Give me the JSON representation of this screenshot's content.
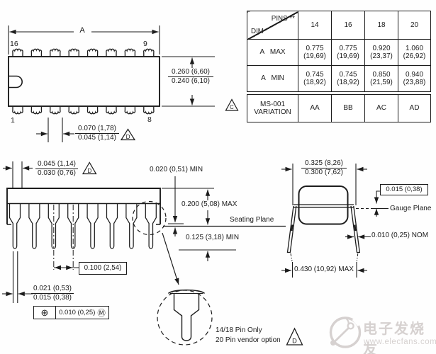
{
  "colors": {
    "ink": "#1c1c1c",
    "watermark": "#d6d1d0"
  },
  "table": {
    "corner_top": "PINS **",
    "corner_bottom": "DIM",
    "note_triangle": "C",
    "columns": [
      "14",
      "16",
      "18",
      "20"
    ],
    "rows": [
      {
        "label": "A   MAX",
        "values": [
          {
            "in": "0.775",
            "mm": "(19,69)"
          },
          {
            "in": "0.775",
            "mm": "(19,69)"
          },
          {
            "in": "0.920",
            "mm": "(23,37)"
          },
          {
            "in": "1.060",
            "mm": "(26,92)"
          }
        ]
      },
      {
        "label": "A   MIN",
        "values": [
          {
            "in": "0.745",
            "mm": "(18,92)"
          },
          {
            "in": "0.745",
            "mm": "(18,92)"
          },
          {
            "in": "0.850",
            "mm": "(21,59)"
          },
          {
            "in": "0.940",
            "mm": "(23,88)"
          }
        ]
      }
    ],
    "variation": {
      "label_line1": "MS-001",
      "label_line2": "VARIATION",
      "values": [
        "AA",
        "BB",
        "AC",
        "AD"
      ]
    }
  },
  "top_view": {
    "overall_dim": "A",
    "pin_top_left": "16",
    "pin_top_right": "9",
    "pin_bottom_left": "1",
    "pin_bottom_right": "8",
    "width_max": "0.260 (6,60)",
    "width_min": "0.240 (6,10)",
    "shoulder_max": "0.070 (1,78)",
    "shoulder_min": "0.045 (1,14)",
    "note_triangle": "D"
  },
  "side_view": {
    "lead_max": "0.045 (1,14)",
    "lead_min": "0.030 (0,76)",
    "note_triangle": "D",
    "standoff": "0.020 (0,51) MIN",
    "height": "0.200 (5,08) MAX",
    "seating_plane": "Seating Plane",
    "lead_length": "0.125 (3,18) MIN",
    "pitch": "0.100 (2,54)",
    "thickness_max": "0.021 (0,53)",
    "thickness_min": "0.015 (0,38)",
    "position_symbol": "⊕",
    "position_tol": "0.010 (0,25)",
    "position_modifier": "Ⓜ"
  },
  "detail_view": {
    "note_line1": "14/18 Pin Only",
    "note_line2": "20 Pin vendor option",
    "note_triangle": "D"
  },
  "end_view": {
    "span_max": "0.325 (8,26)",
    "span_min": "0.300 (7,62)",
    "gauge_offset": "0.015 (0,38)",
    "gauge_plane": "Gauge Plane",
    "lead_tip": "0.010 (0,25) NOM",
    "spread": "0.430 (10,92) MAX"
  },
  "watermark": {
    "brand": "电子发烧友",
    "url": "www.elecfans.com"
  }
}
